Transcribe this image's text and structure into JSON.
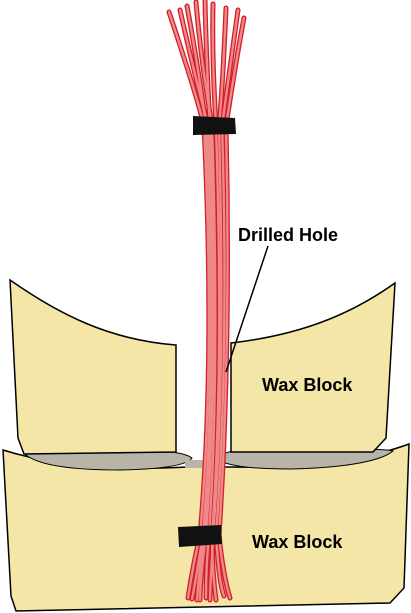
{
  "labels": {
    "drilled_hole": "Drilled Hole",
    "wax_block_upper": "Wax Block",
    "wax_block_lower": "Wax Block"
  },
  "colors": {
    "wax": "#f3e6a6",
    "wax_outline": "#000000",
    "gap_fill": "#b8b5a8",
    "fiber_fill": "#ef8888",
    "fiber_edge": "#d21f2a",
    "tie": "#111111",
    "background": "#ffffff"
  }
}
